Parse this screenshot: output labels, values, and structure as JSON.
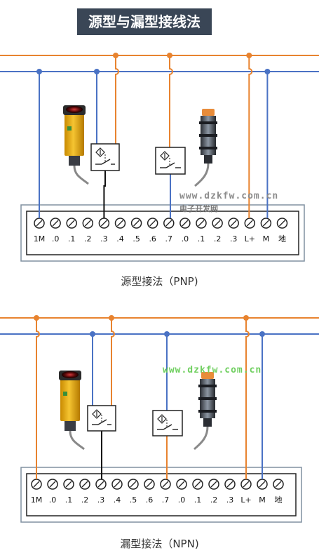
{
  "title": "源型与漏型接线法",
  "colors": {
    "power_positive": "#e8832f",
    "power_negative": "#4a72c4",
    "signal": "#111111",
    "frame": "#8090a0",
    "watermark_grey": "#8c8c8c",
    "watermark_green": "#6fcf5f"
  },
  "terminal_labels": [
    "1M",
    ".0",
    ".1",
    ".2",
    ".3",
    ".4",
    ".5",
    ".6",
    ".7",
    ".0",
    ".1",
    ".2",
    ".3",
    "L+",
    "M",
    "地"
  ],
  "diagrams": [
    {
      "caption": "源型接法（PNP)",
      "watermark": "www.dzkfw.com.cn",
      "watermark_sub": "电子开发网",
      "icons": [
        "photoelectric-sensor-icon",
        "inductive-sensor-icon",
        "switch-symbol-icon"
      ]
    },
    {
      "caption": "漏型接法（NPN)",
      "watermark": "www.dzkfw.com.cn",
      "icons": [
        "photoelectric-sensor-icon",
        "inductive-sensor-icon",
        "switch-symbol-icon"
      ]
    }
  ]
}
